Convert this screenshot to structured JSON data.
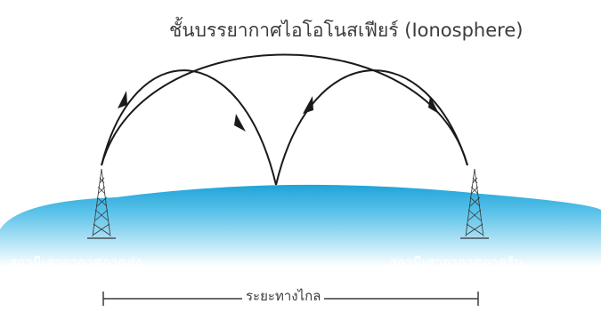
{
  "title": "ชั้นบรรยากาศไอโอโนสเฟียร์ (Ionosphere)",
  "labels": {
    "transmitter": "สถานีเสาอากาศภาคส่ง",
    "receiver": "สถานีเสาอากาศภาคร้บ",
    "distance": "ระยะทางไกล"
  },
  "colors": {
    "earth_top": "#1fa3d8",
    "earth_bottom": "#ffffff",
    "ray": "#1a1a1a",
    "text": "#3c3c3c"
  },
  "icons": [
    "transmitter-tower-icon",
    "receiver-tower-icon",
    "arrowhead-icon"
  ]
}
